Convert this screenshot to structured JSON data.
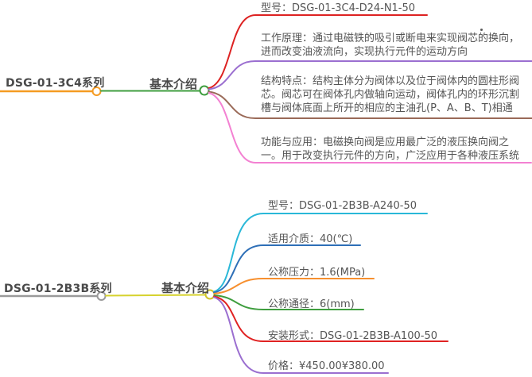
{
  "maps": [
    {
      "root": {
        "label": "DSG-01-3C4系列",
        "color": "#F59B22"
      },
      "child": {
        "label": "基本介绍",
        "line_color": "#3F9E3F",
        "circle_color": "#3F9E3F"
      },
      "leaves": [
        {
          "color": "#DD2222",
          "lines": [
            "型号：DSG-01-3C4-D24-N1-50"
          ]
        },
        {
          "color": "#9B6FD0",
          "lines": [
            "工作原理：通过电磁铁的吸引或断电来实现阀芯的换向，",
            "进而改变油液流向，实现执行元件的运动方向"
          ]
        },
        {
          "color": "#9A6A58",
          "lines": [
            "结构特点：结构主体分为阀体以及位于阀体内的圆柱形阀",
            "芯。阀芯可在阀体孔内做轴向运动，阀体孔内的环形沉割",
            "槽与阀体底面上所开的相应的主油孔(P、A、B、T)相通"
          ]
        },
        {
          "color": "#F381D2",
          "lines": [
            "功能与应用：电磁换向阀是应用最广泛的液压换向阀之",
            "一。用于改变执行元件的方向，广泛应用于各种液压系统"
          ]
        }
      ]
    },
    {
      "root": {
        "label": "DSG-01-2B3B系列",
        "color": "#9A9A9A"
      },
      "child": {
        "label": "基本介绍",
        "line_color": "#D6D22E",
        "circle_color": "#CFC32A"
      },
      "leaves": [
        {
          "color": "#2AB8D8",
          "lines": [
            "型号：DSG-01-2B3B-A240-50"
          ]
        },
        {
          "color": "#2E6FB7",
          "lines": [
            "适用介质：40(℃)"
          ]
        },
        {
          "color": "#F78F2E",
          "lines": [
            "公称压力：1.6(MPa)"
          ]
        },
        {
          "color": "#3F9E3F",
          "lines": [
            "公称通径：6(mm)"
          ]
        },
        {
          "color": "#E02222",
          "lines": [
            "安装形式：DSG-01-2B3B-A100-50"
          ]
        },
        {
          "color": "#9B6FD0",
          "lines": [
            "价格：¥450.00¥380.00"
          ]
        }
      ]
    }
  ],
  "text_colors": {
    "root_label": "#4A4A4A",
    "leaf_text": "#555555"
  }
}
